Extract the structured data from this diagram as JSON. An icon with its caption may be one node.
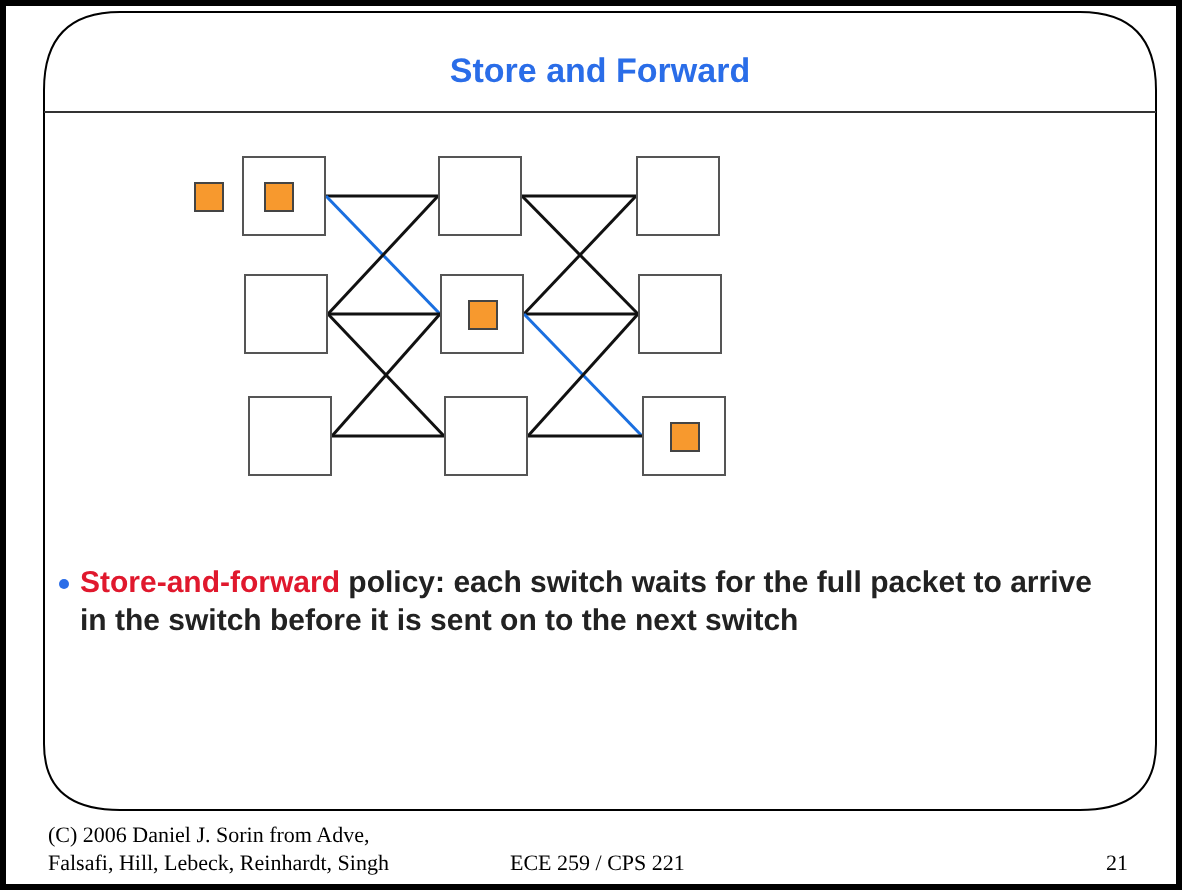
{
  "diagram": {
    "title": "Store and Forward",
    "nodes": [
      {
        "text": [],
        "shape": "box"
      },
      {
        "text": [],
        "shape": "box"
      },
      {
        "text": [],
        "shape": "box",
        "in": 1
      },
      {
        "text": [],
        "shape": "box"
      },
      {
        "text": [],
        "shape": "box"
      },
      {
        "text": [],
        "shape": "box"
      },
      {
        "text": [],
        "shape": "box"
      },
      {
        "text": [],
        "shape": "box",
        "in": 6
      },
      {
        "text": [],
        "shape": "box"
      },
      {
        "text": [],
        "shape": "box"
      },
      {
        "text": [],
        "shape": "box"
      },
      {
        "text": [],
        "shape": "box"
      },
      {
        "text": [],
        "shape": "box",
        "in": 11
      }
    ],
    "edges": [
      {
        "from": 1,
        "to": 3,
        "arrow": "none"
      },
      {
        "from": 1,
        "to": 6,
        "arrow": "none",
        "color": "#1a6fe0"
      },
      {
        "from": 5,
        "to": 3,
        "arrow": "none"
      },
      {
        "from": 5,
        "to": 6,
        "arrow": "none"
      },
      {
        "from": 5,
        "to": 10,
        "arrow": "none"
      },
      {
        "from": 9,
        "to": 6,
        "arrow": "none"
      },
      {
        "from": 9,
        "to": 10,
        "arrow": "none"
      },
      {
        "from": 3,
        "to": 4,
        "arrow": "none"
      },
      {
        "from": 3,
        "to": 8,
        "arrow": "none"
      },
      {
        "from": 6,
        "to": 4,
        "arrow": "none"
      },
      {
        "from": 6,
        "to": 8,
        "arrow": "none"
      },
      {
        "from": 6,
        "to": 11,
        "arrow": "none",
        "color": "#1a6fe0"
      },
      {
        "from": 10,
        "to": 8,
        "arrow": "none"
      },
      {
        "from": 10,
        "to": 11,
        "arrow": "none"
      }
    ],
    "labels": [
      "**Store-and-forward** policy: each switch waits for the full packet to arrive in the switch before it is sent on to the next switch",
      "(C) 2006 Daniel J. Sorin from Adve, Falsafi, Hill, Lebeck, Reinhardt, Singh",
      "ECE 259 / CPS 221",
      "21"
    ]
  }
}
